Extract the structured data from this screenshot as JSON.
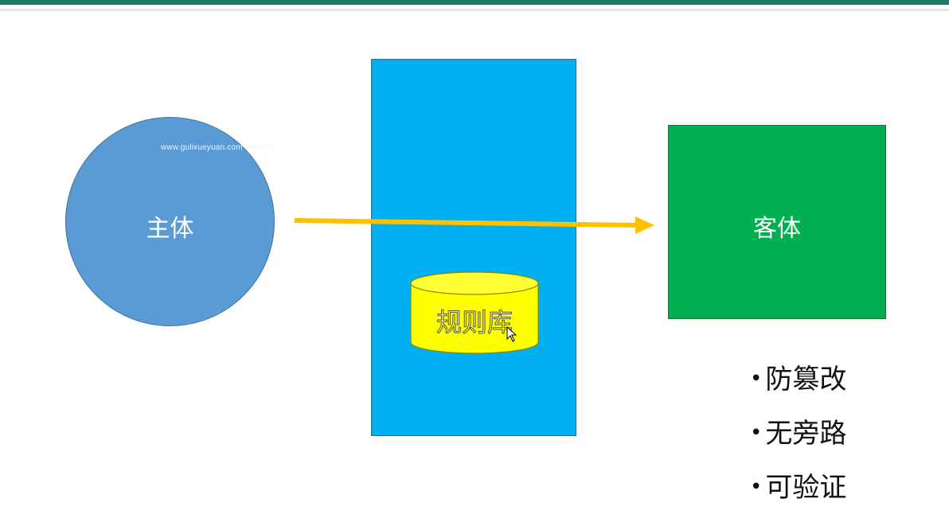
{
  "diagram": {
    "subject_label": "主体",
    "object_label": "客体",
    "rulebase_label": "规则库",
    "watermark": "www.gulixueyuan.com HACKE",
    "properties": [
      {
        "bullet": "•",
        "text": "防篡改"
      },
      {
        "bullet": "•",
        "text": "无旁路"
      },
      {
        "bullet": "•",
        "text": "可验证"
      }
    ]
  },
  "colors": {
    "subject": "#5b9bd5",
    "rule_panel": "#00b0f0",
    "object": "#00b050",
    "rulebase": "#ffff00",
    "arrow": "#ffc000",
    "top_bar": "#1e7a68"
  }
}
